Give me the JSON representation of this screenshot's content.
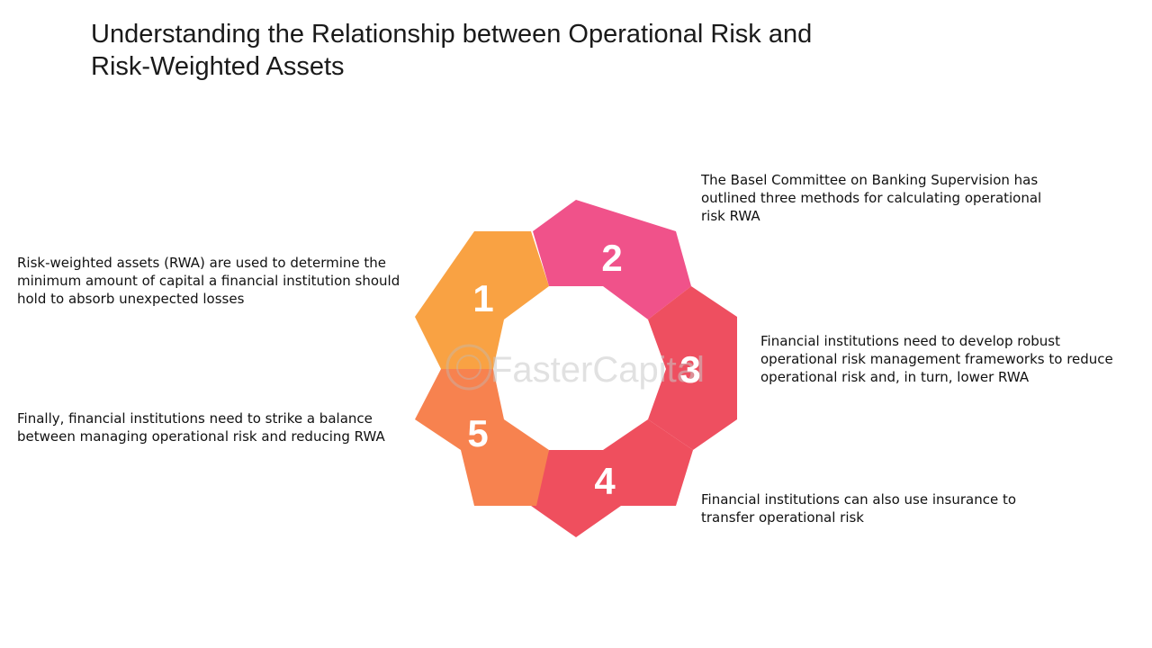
{
  "title": {
    "line1": "Understanding the Relationship between Operational Risk and",
    "line2": "Risk-Weighted Assets"
  },
  "cycle": {
    "steps": [
      {
        "number": "1",
        "color": "#F9A243",
        "text": "Risk-weighted assets (RWA) are used to determine the minimum amount of capital a financial institution should hold to absorb unexpected losses"
      },
      {
        "number": "2",
        "color": "#F0528A",
        "text": "The Basel Committee on Banking Supervision has outlined three methods for calculating operational risk RWA"
      },
      {
        "number": "3",
        "color": "#EE4F60",
        "text": "Financial institutions need to develop robust operational risk management frameworks to reduce operational risk and, in turn, lower RWA"
      },
      {
        "number": "4",
        "color": "#EF4F5E",
        "text": "Financial institutions can also use insurance to transfer operational risk"
      },
      {
        "number": "5",
        "color": "#F7824F",
        "text": "Finally, financial institutions need to strike a balance between managing operational risk and reducing RWA"
      }
    ]
  },
  "watermark": {
    "text": "FasterCapital",
    "logo_icon": "fastercapital-logo-icon"
  }
}
